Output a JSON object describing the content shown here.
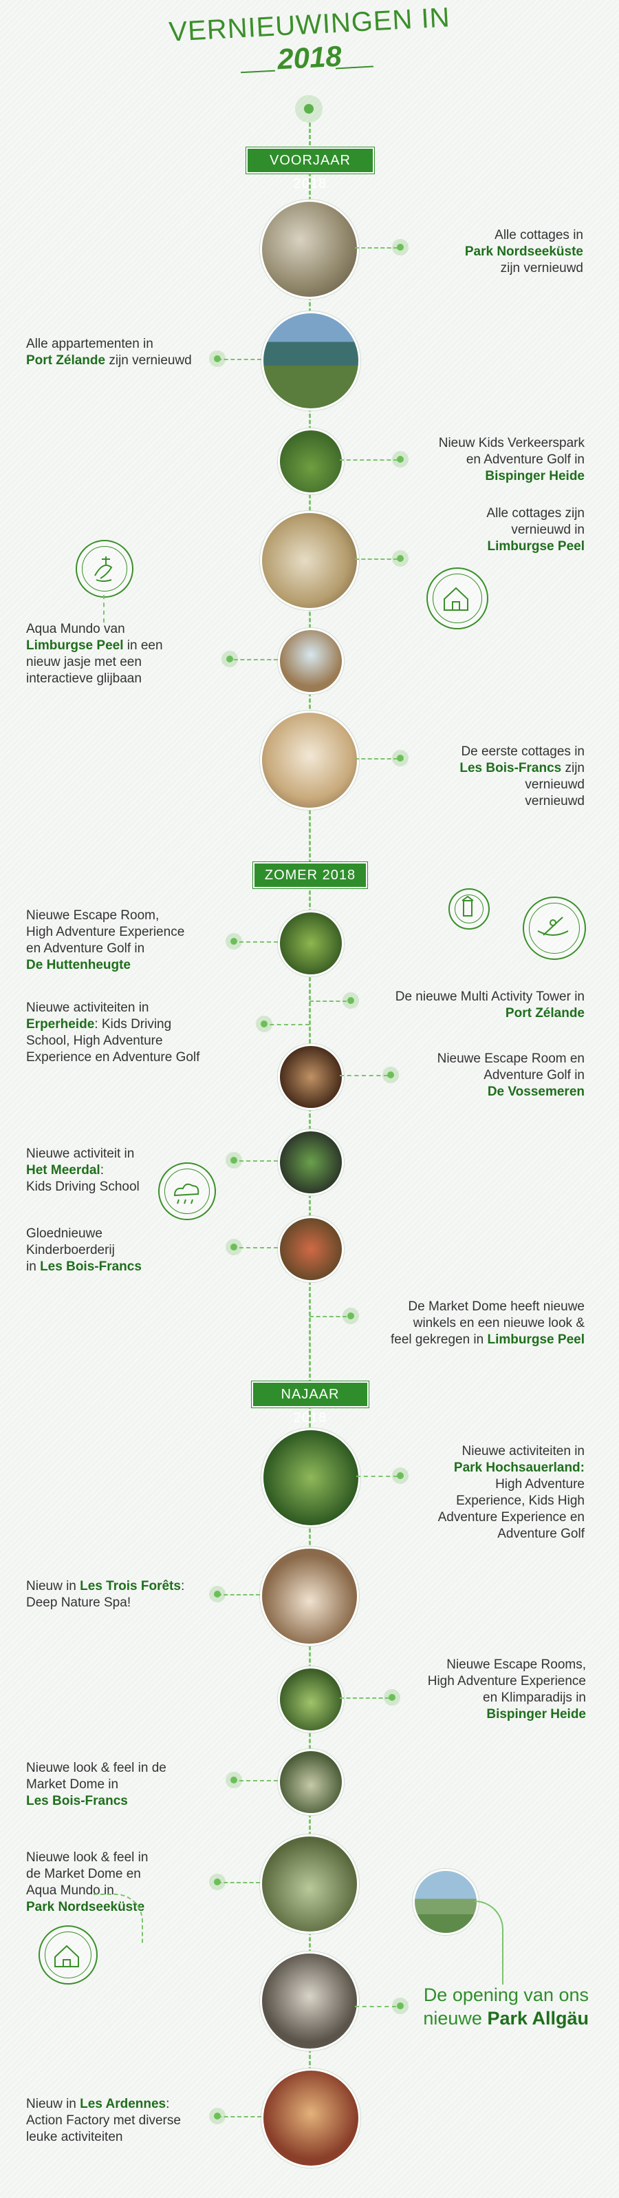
{
  "header": {
    "title_line1": "VERNIEUWINGEN IN",
    "title_line2": "2018"
  },
  "seasons": {
    "spring": "VOORJAAR 2018",
    "summer": "ZOMER 2018",
    "autumn": "NAJAAR 2018"
  },
  "items": [
    {
      "pre": "Alle cottages in",
      "bold": "Park Nordseeküste",
      "post": "zijn vernieuwd"
    },
    {
      "pre": "Alle appartementen in",
      "bold": "Port Zélande",
      "post": "zijn vernieuwd"
    },
    {
      "pre": "Nieuw Kids Verkeerspark en Adventure Golf in",
      "bold": "Bispinger Heide",
      "post": ""
    },
    {
      "pre": "Alle cottages zijn vernieuwd in",
      "bold": "Limburgse Peel",
      "post": ""
    },
    {
      "pre": "Aqua Mundo van",
      "bold": "Limburgse Peel",
      "post": "in een nieuw jasje met een interactieve glijbaan"
    },
    {
      "pre": "De eerste cottages in",
      "bold": "Les Bois-Francs",
      "post": "zijn vernieuwd"
    },
    {
      "pre": "Nieuwe Escape Room, High Adventure Experience en Adventure Golf in",
      "bold": "De Huttenheugte",
      "post": ""
    },
    {
      "pre": "De nieuwe Multi Activity Tower in",
      "bold": "Port Zélande",
      "post": ""
    },
    {
      "pre": "Nieuwe activiteiten in",
      "bold": "Erperheide",
      "post": ": Kids Driving School, High Adventure Experience en Adventure Golf"
    },
    {
      "pre": "Nieuwe Escape Room en Adventure Golf in",
      "bold": "De Vossemeren",
      "post": ""
    },
    {
      "pre": "Nieuwe activiteit in",
      "bold": "Het Meerdal",
      "post": ": Kids Driving School"
    },
    {
      "pre": "Gloednieuwe Kinderboerderij in",
      "bold": "Les Bois-Francs",
      "post": ""
    },
    {
      "pre": "De Market Dome heeft nieuwe winkels en een nieuwe look & feel gekregen in",
      "bold": "Limburgse Peel",
      "post": ""
    },
    {
      "pre": "Nieuwe activiteiten in",
      "bold": "Park Hochsauerland:",
      "post": "High Adventure Experience, Kids High Adventure Experience en Adventure Golf"
    },
    {
      "pre": "Nieuw in",
      "bold": "Les Trois Forêts",
      "post": ": Deep Nature Spa!"
    },
    {
      "pre": "Nieuwe Escape Rooms, High Adventure Experience en Klimparadijs in",
      "bold": "Bispinger Heide",
      "post": ""
    },
    {
      "pre": "Nieuwe look & feel in de Market Dome in",
      "bold": "Les Bois-Francs",
      "post": ""
    },
    {
      "pre": "Nieuwe look & feel in de Market Dome en Aqua Mundo in",
      "bold": "Park Nordseeküste",
      "post": ""
    },
    {
      "pre": "De opening van ons nieuwe",
      "bold": "Park Allgäu",
      "post": ""
    },
    {
      "pre": "Nieuw in",
      "bold": "Les Ardennes",
      "post": ": Action Factory met diverse leuke activiteiten"
    }
  ],
  "icons": {
    "spring_left": "aqua-slide-icon",
    "spring_right": "cottage-icon",
    "summer_small": "tower-icon",
    "summer_big": "kayak-icon",
    "meerdal": "cloud-icon",
    "autumn": "house-icon"
  }
}
